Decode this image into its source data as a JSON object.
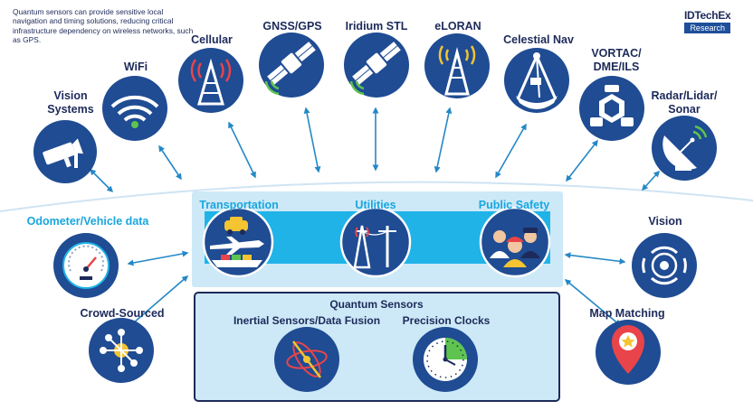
{
  "intro_text": "Quantum sensors can provide sensitive local navigation and timing solutions, reducing critical infrastructure dependency on wireless networks, such as GPS.",
  "brand": {
    "name": "IDTechEx",
    "tagline": "Research"
  },
  "external_nodes": [
    {
      "id": "vision-systems",
      "label": "Vision\nSystems",
      "icon": "camera-icon"
    },
    {
      "id": "wifi",
      "label": "WiFi",
      "icon": "wifi-icon"
    },
    {
      "id": "cellular",
      "label": "Cellular",
      "icon": "cell-tower-icon"
    },
    {
      "id": "gnss-gps",
      "label": "GNSS/GPS",
      "icon": "satellite-icon"
    },
    {
      "id": "iridium-stl",
      "label": "Iridium STL",
      "icon": "satellite-icon"
    },
    {
      "id": "eloran",
      "label": "eLORAN",
      "icon": "radio-tower-icon"
    },
    {
      "id": "celestial-nav",
      "label": "Celestial Nav",
      "icon": "sextant-icon"
    },
    {
      "id": "vortac",
      "label": "VORTAC/\nDME/ILS",
      "icon": "beacon-icon"
    },
    {
      "id": "radar",
      "label": "Radar/Lidar/\nSonar",
      "icon": "radar-dish-icon"
    },
    {
      "id": "odometer",
      "label": "Odometer/Vehicle data",
      "icon": "speedometer-icon"
    },
    {
      "id": "vision",
      "label": "Vision",
      "icon": "target-icon"
    },
    {
      "id": "crowd-sourced",
      "label": "Crowd-Sourced",
      "icon": "network-icon"
    },
    {
      "id": "map-matching",
      "label": "Map Matching",
      "icon": "map-pin-icon"
    }
  ],
  "sectors": {
    "items": [
      {
        "label": "Transportation",
        "icon": "transport-icon"
      },
      {
        "label": "Utilities",
        "icon": "power-pylon-icon"
      },
      {
        "label": "Public Safety",
        "icon": "first-responders-icon"
      }
    ]
  },
  "quantum": {
    "title": "Quantum Sensors",
    "items": [
      {
        "label": "Inertial Sensors/Data Fusion",
        "icon": "atom-icon"
      },
      {
        "label": "Precision Clocks",
        "icon": "clock-icon"
      }
    ]
  },
  "colors": {
    "navy": "#1f4c93",
    "dark_text": "#1d2a5a",
    "accent_blue": "#1aa6df",
    "light_panel": "#cde9f7",
    "band": "#1fb3e8",
    "arrow": "#2488c6"
  }
}
